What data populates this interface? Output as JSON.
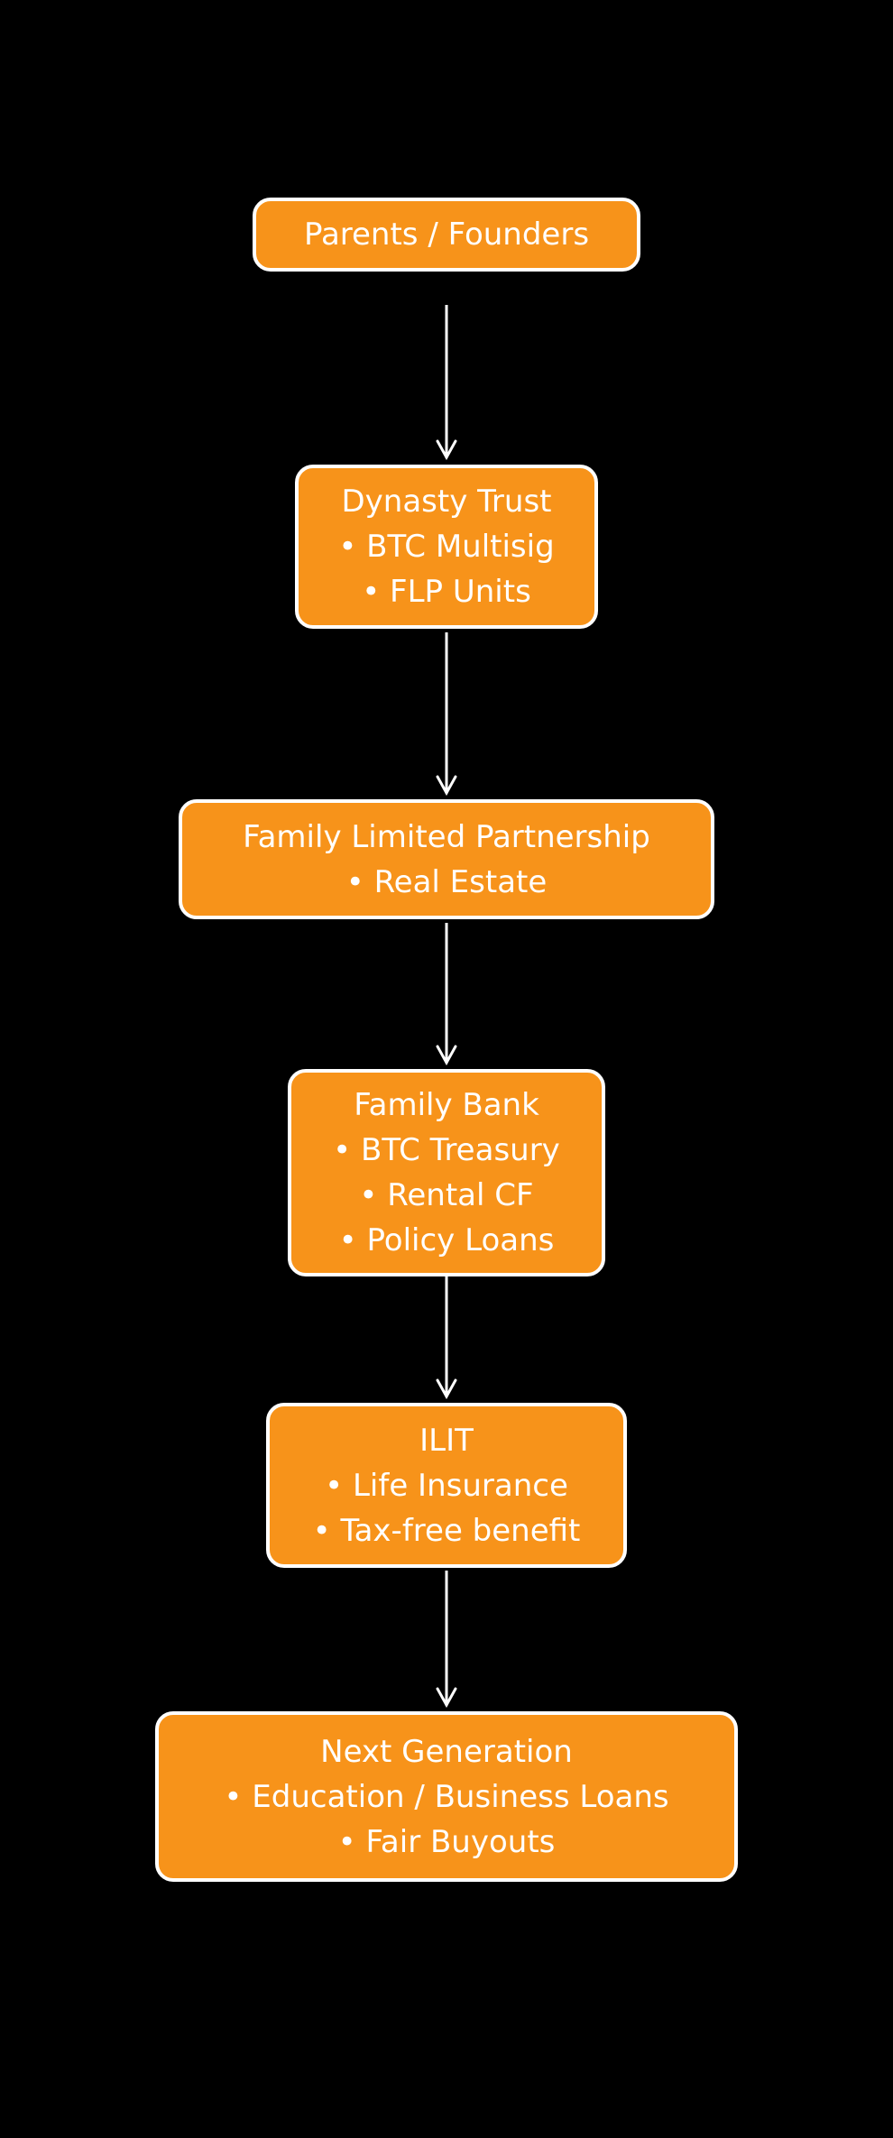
{
  "colors": {
    "background": "#000000",
    "node_fill": "#F7931A",
    "node_border": "#FFFFFF",
    "node_text": "#FFFFFF",
    "arrow": "#FFFFFF"
  },
  "flowchart": {
    "type": "vertical-flow-diagram",
    "nodes": [
      {
        "name": "parents-founders",
        "lines": [
          "Parents / Founders"
        ]
      },
      {
        "name": "dynasty-trust",
        "lines": [
          "Dynasty Trust",
          "• BTC Multisig",
          "• FLP Units"
        ]
      },
      {
        "name": "family-limited-partnership",
        "lines": [
          "Family Limited Partnership",
          "• Real Estate"
        ]
      },
      {
        "name": "family-bank",
        "lines": [
          "Family Bank",
          "• BTC Treasury",
          "• Rental CF",
          "• Policy Loans"
        ]
      },
      {
        "name": "ilit",
        "lines": [
          "ILIT",
          "• Life Insurance",
          "• Tax-free benefit"
        ]
      },
      {
        "name": "next-generation",
        "lines": [
          "Next Generation",
          "• Education / Business Loans",
          "• Fair Buyouts"
        ]
      }
    ],
    "edges": [
      {
        "from": "Parents / Founders",
        "to": "Dynasty Trust"
      },
      {
        "from": "Dynasty Trust",
        "to": "Family Limited Partnership"
      },
      {
        "from": "Family Limited Partnership",
        "to": "Family Bank"
      },
      {
        "from": "Family Bank",
        "to": "ILIT"
      },
      {
        "from": "ILIT",
        "to": "Next Generation"
      }
    ]
  }
}
